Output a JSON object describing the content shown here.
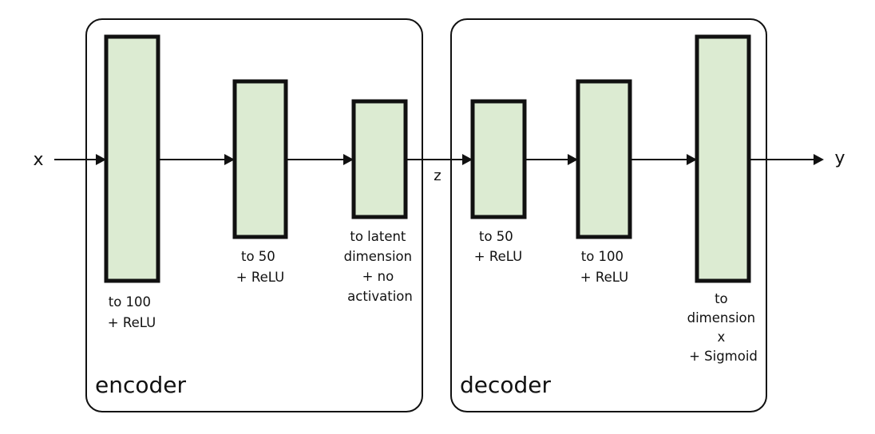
{
  "diagram": {
    "input_label": "x",
    "output_label": "y",
    "latent_label": "z",
    "encoder": {
      "label": "encoder",
      "layers": [
        {
          "lines": [
            "to 100",
            "+ ReLU"
          ]
        },
        {
          "lines": [
            "to 50",
            "+ ReLU"
          ]
        },
        {
          "lines": [
            "to latent",
            "dimension",
            "+ no",
            "activation"
          ]
        }
      ]
    },
    "decoder": {
      "label": "decoder",
      "layers": [
        {
          "lines": [
            "to 50",
            "+ ReLU"
          ]
        },
        {
          "lines": [
            "to 100",
            "+ ReLU"
          ]
        },
        {
          "lines": [
            "to",
            "dimension",
            "x",
            "+ Sigmoid"
          ]
        }
      ]
    },
    "colors": {
      "layer_fill": "#dcebd2",
      "stroke": "#111111",
      "background": "#ffffff"
    }
  }
}
